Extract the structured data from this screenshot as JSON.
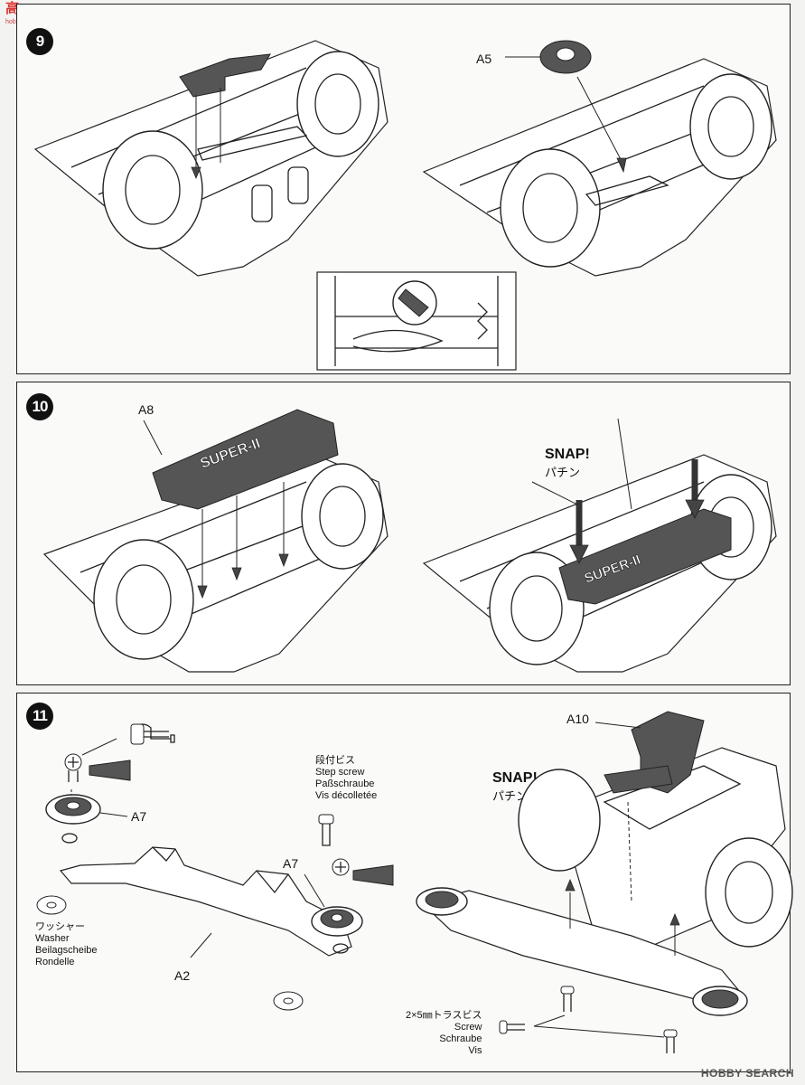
{
  "watermark": {
    "top": "高",
    "top_sub": "hobbyBuild",
    "bottom": "HOBBY SEARCH"
  },
  "steps": [
    {
      "number": "9",
      "part_labels": {
        "a5": "A5"
      }
    },
    {
      "number": "10",
      "part_labels": {
        "a8": "A8"
      },
      "snap": {
        "en": "SNAP!",
        "jp": "パチン"
      }
    },
    {
      "number": "11",
      "part_labels": {
        "a7_left": "A7",
        "a7_right": "A7",
        "a2": "A2",
        "a10": "A10"
      },
      "snap": {
        "en": "SNAP!",
        "jp": "パチン"
      },
      "washer": "ワッシャー\nWasher\nBeilagscheibe\nRondelle",
      "step_screw": "段付ビス\nStep screw\nPaßschraube\nVis décolletée",
      "screw": "2×5㎜トラスビス\nScrew\nSchraube\nVis"
    }
  ]
}
